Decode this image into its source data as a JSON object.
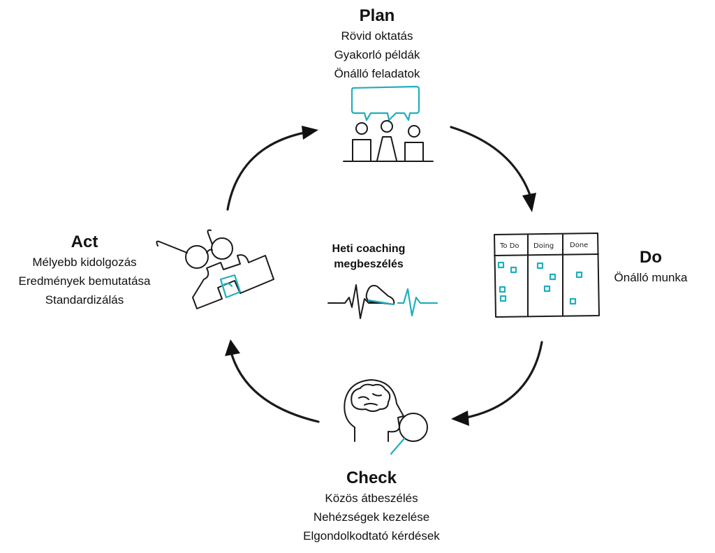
{
  "center": {
    "title_lines": [
      "Heti coaching",
      "megbeszélés"
    ]
  },
  "phases": {
    "plan": {
      "title": "Plan",
      "items": [
        "Rövid oktatás",
        "Gyakorló példák",
        "Önálló feladatok"
      ]
    },
    "do": {
      "title": "Do",
      "items": [
        "Önálló munka"
      ]
    },
    "check": {
      "title": "Check",
      "items": [
        "Közös átbeszélés",
        "Nehézségek kezelése",
        "Elgondolkodtató kérdések"
      ]
    },
    "act": {
      "title": "Act",
      "items": [
        "Mélyebb kidolgozás",
        "Eredmények bemutatása",
        "Standardizálás"
      ]
    }
  },
  "kanban": {
    "columns": [
      "To Do",
      "Doing",
      "Done"
    ]
  },
  "icons": {
    "plan": "meeting-people-speech-bubble-icon",
    "do": "kanban-board-icon",
    "check": "head-brain-magnifier-icon",
    "act": "glasses-puzzle-icon",
    "center": "heartbeat-sneaker-icon"
  },
  "colors": {
    "accent": "#21aebd",
    "ink": "#1a1a1a"
  }
}
